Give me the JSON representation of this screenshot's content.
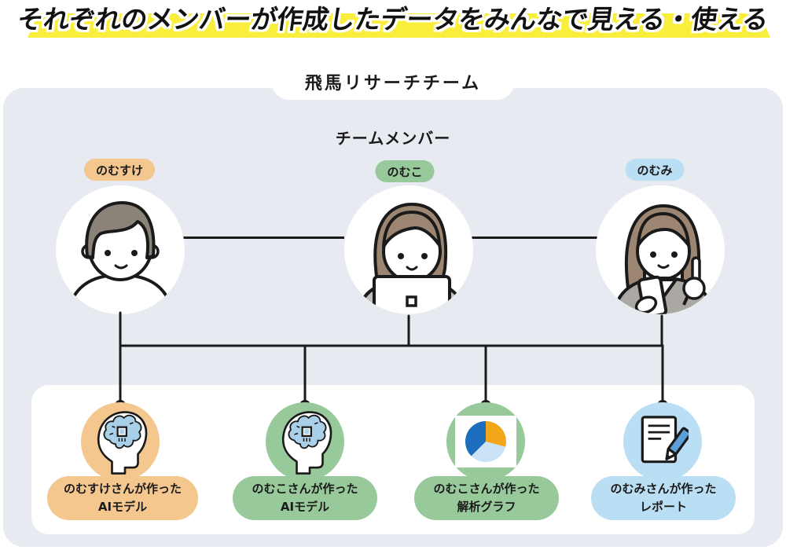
{
  "title": "それぞれのメンバーが作成したデータをみんなで見える・使える",
  "team_name": "飛馬リサーチチーム",
  "panel": {
    "heading": "チームメンバー",
    "members": [
      {
        "name": "のむすけ",
        "badge_color": "#F4C78F",
        "avatar": "male-short-hair-illustration"
      },
      {
        "name": "のむこ",
        "badge_color": "#98C99A",
        "avatar": "female-with-laptop-illustration"
      },
      {
        "name": "のむみ",
        "badge_color": "#BADEF3",
        "avatar": "female-with-phone-illustration"
      }
    ]
  },
  "outputs": [
    {
      "owner_line": "のむすけさんが作った",
      "item_line": "AIモデル",
      "color": "#F4C78F",
      "icon": "ai-brain-icon"
    },
    {
      "owner_line": "のむこさんが作った",
      "item_line": "AIモデル",
      "color": "#98C99A",
      "icon": "ai-brain-icon"
    },
    {
      "owner_line": "のむこさんが作った",
      "item_line": "解析グラフ",
      "color": "#98C99A",
      "icon": "pie-chart-icon"
    },
    {
      "owner_line": "のむみさんが作った",
      "item_line": "レポート",
      "color": "#BADEF3",
      "icon": "report-icon"
    }
  ],
  "colors": {
    "highlight_yellow": "#F8EE3B",
    "panel_background": "#E7EBF1",
    "line_ink": "#1A1A1A",
    "orange": "#F4C78F",
    "green": "#98C99A",
    "blue": "#BADEF3",
    "pie_dark_blue": "#1C6DBD",
    "pie_orange": "#F2A71B",
    "pie_light_blue": "#C9E2F5",
    "brain_blue": "#A9CFE9",
    "pencil_blue": "#5C9FD6"
  }
}
